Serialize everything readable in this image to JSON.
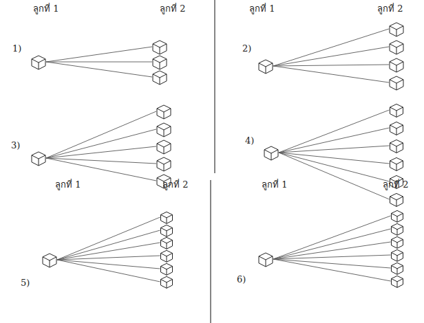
{
  "diagram": {
    "labels": [
      "ลูกที่ 1",
      "ลูกที่ 2",
      "ลูกที่ 1",
      "ลูกที่ 2",
      "1)",
      "2)",
      "3)",
      "4)",
      "ลูกที่ 1",
      "ลูกที่ 2",
      "ลูกที่ 1",
      "ลูกที่ 2",
      "5)",
      "6)"
    ]
  }
}
